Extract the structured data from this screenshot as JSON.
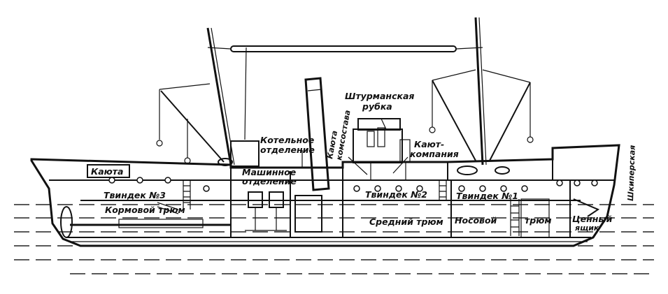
{
  "labels": {
    "kayuta_stern": "Каюта",
    "tvindek_3": "Твиндек №3",
    "kormovoy_trum": "Кормовой трюм",
    "kotelnoe_line1": "Котельное",
    "kotelnoe_line2": "отделение",
    "mashinnoe_line1": "Машинное",
    "mashinnoe_line2": "отделение",
    "kayuta_komsostava_line1": "Каюта",
    "kayuta_komsostava_line2": "комсостава",
    "shturmanskaya_line1": "Штурманская",
    "shturmanskaya_line2": "рубка",
    "kayut_kompaniya_line1": "Кают-",
    "kayut_kompaniya_line2": "компания",
    "tvindek_2": "Твиндек №2",
    "tvindek_1": "Твиндек №1",
    "sredniy_trum": "Средний трюм",
    "nosovoy_trum_a": "Носовой",
    "nosovoy_trum_b": "трюм",
    "tsenny_yashchik_line1": "Ценный",
    "tsenny_yashchik_line2": "ящик",
    "shkiperskaya": "Шкиперская"
  },
  "colors": {
    "ink": "#111111",
    "paper": "#ffffff"
  }
}
